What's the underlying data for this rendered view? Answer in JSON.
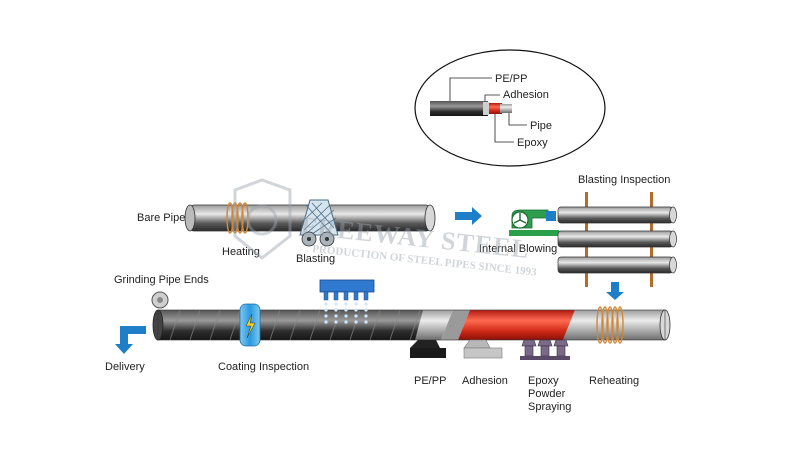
{
  "inset": {
    "labels": [
      "PE/PP",
      "Adhesion",
      "Pipe",
      "Epoxy"
    ]
  },
  "watermark": {
    "brand": "FREEWAY STEEL",
    "tagline": "PRODUCTION OF STEEL PIPES SINCE 1993"
  },
  "process": {
    "bare_pipe": "Bare Pipe",
    "heating": "Heating",
    "blasting": "Blasting",
    "internal_blowing": "Internal Blowing",
    "blasting_inspection": "Blasting Inspection",
    "grinding_pipe_ends": "Grinding Pipe Ends",
    "delivery": "Delivery",
    "coating_inspection": "Coating Inspection",
    "pe_pp": "PE/PP",
    "adhesion": "Adhesion",
    "epoxy_line1": "Epoxy",
    "epoxy_line2": "Powder",
    "epoxy_line3": "Spraying",
    "reheating": "Reheating"
  },
  "colors": {
    "pipe_dark": "#3a3a3a",
    "pipe_light": "#c8c8c8",
    "epoxy_red": "#e0321e",
    "arrow_blue": "#1e7fc8",
    "heating_coil": "#d08838",
    "inspection_post": "#b86a28",
    "watermark": "#9aa4ae"
  }
}
